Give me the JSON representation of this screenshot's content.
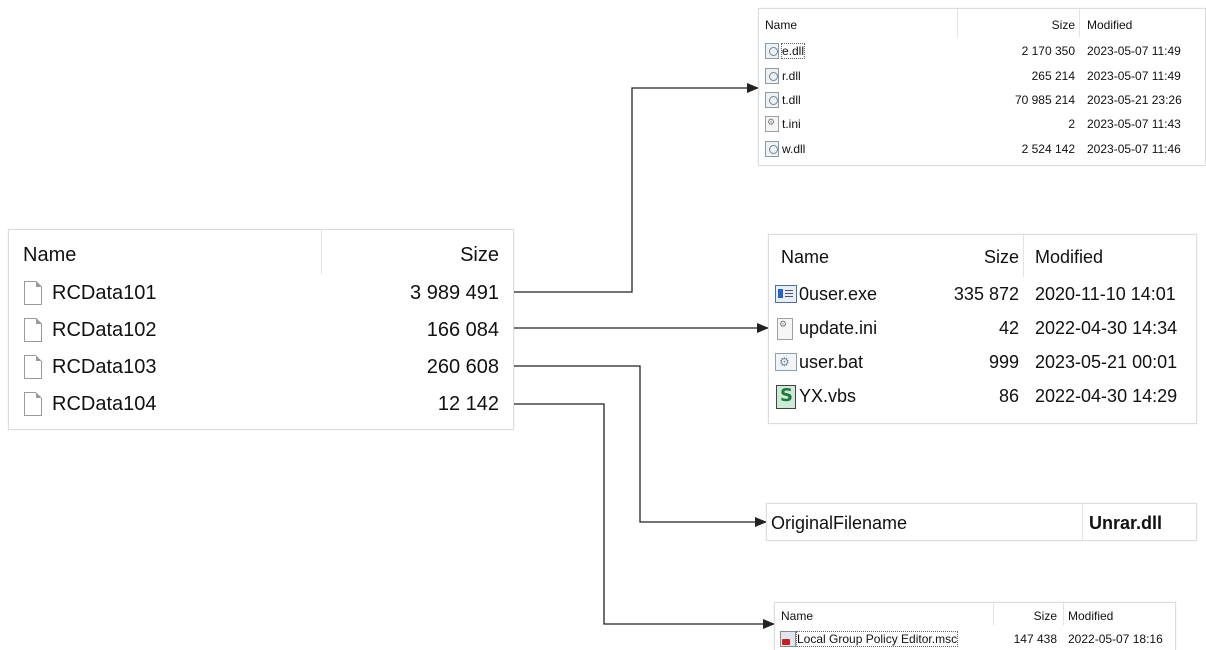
{
  "resources": {
    "headers": {
      "name": "Name",
      "size": "Size"
    },
    "items": [
      {
        "name": "RCData101",
        "size": "3 989 491"
      },
      {
        "name": "RCData102",
        "size": "166 084"
      },
      {
        "name": "RCData103",
        "size": "260 608"
      },
      {
        "name": "RCData104",
        "size": "12 142"
      }
    ]
  },
  "dll_listing": {
    "headers": {
      "name": "Name",
      "size": "Size",
      "modified": "Modified"
    },
    "items": [
      {
        "name": "e.dll",
        "size": "2 170 350",
        "modified": "2023-05-07 11:49",
        "icon": "dll-file-icon"
      },
      {
        "name": "r.dll",
        "size": "265 214",
        "modified": "2023-05-07 11:49",
        "icon": "dll-file-icon"
      },
      {
        "name": "t.dll",
        "size": "70 985 214",
        "modified": "2023-05-21 23:26",
        "icon": "dll-file-icon"
      },
      {
        "name": "t.ini",
        "size": "2",
        "modified": "2023-05-07 11:43",
        "icon": "ini-file-icon"
      },
      {
        "name": "w.dll",
        "size": "2 524 142",
        "modified": "2023-05-07 11:46",
        "icon": "dll-file-icon"
      }
    ]
  },
  "script_listing": {
    "headers": {
      "name": "Name",
      "size": "Size",
      "modified": "Modified"
    },
    "items": [
      {
        "name": "0user.exe",
        "size": "335 872",
        "modified": "2020-11-10 14:01",
        "icon": "exe-file-icon"
      },
      {
        "name": "update.ini",
        "size": "42",
        "modified": "2022-04-30 14:34",
        "icon": "ini-file-icon"
      },
      {
        "name": "user.bat",
        "size": "999",
        "modified": "2023-05-21 00:01",
        "icon": "bat-file-icon"
      },
      {
        "name": "YX.vbs",
        "size": "86",
        "modified": "2022-04-30 14:29",
        "icon": "vbs-file-icon"
      }
    ]
  },
  "version_info": {
    "key": "OriginalFilename",
    "value": "Unrar.dll"
  },
  "msc_listing": {
    "headers": {
      "name": "Name",
      "size": "Size",
      "modified": "Modified"
    },
    "items": [
      {
        "name": "Local Group Policy Editor.msc",
        "size": "147 438",
        "modified": "2022-05-07 18:16",
        "icon": "msc-file-icon"
      }
    ]
  },
  "colors": {
    "arrow": "#222222",
    "border": "#dcdcdc"
  }
}
